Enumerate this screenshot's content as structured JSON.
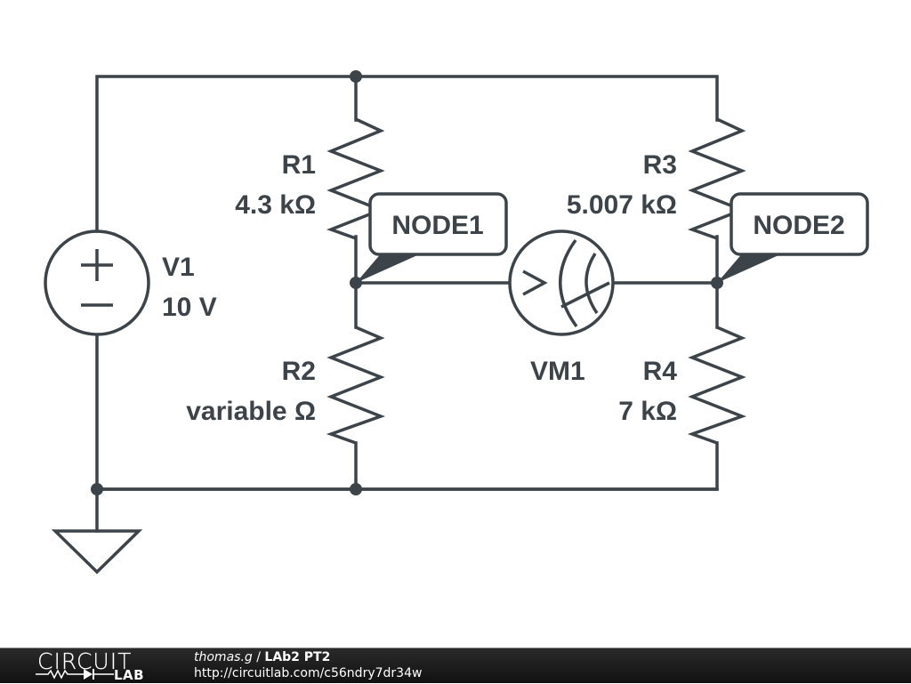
{
  "circuit": {
    "components": {
      "V1": {
        "name": "V1",
        "value": "10 V",
        "type": "dc-voltage-source",
        "plus_symbol": "+",
        "minus_symbol": "−"
      },
      "R1": {
        "name": "R1",
        "value": "4.3 kΩ",
        "type": "resistor"
      },
      "R2": {
        "name": "R2",
        "value": "variable Ω",
        "type": "resistor"
      },
      "R3": {
        "name": "R3",
        "value": "5.007 kΩ",
        "type": "resistor"
      },
      "R4": {
        "name": "R4",
        "value": "7 kΩ",
        "type": "resistor"
      },
      "VM1": {
        "name": "VM1",
        "type": "voltmeter",
        "symbol": ">"
      }
    },
    "node_labels": {
      "node1": "NODE1",
      "node2": "NODE2"
    },
    "ground": {
      "type": "ground"
    }
  },
  "footer": {
    "logo_top": "CIRCUIT",
    "logo_bottom": "LAB",
    "author": "thomas.g",
    "separator": " / ",
    "title": "LAb2 PT2",
    "url": "http://circuitlab.com/c56ndry7dr34w"
  }
}
